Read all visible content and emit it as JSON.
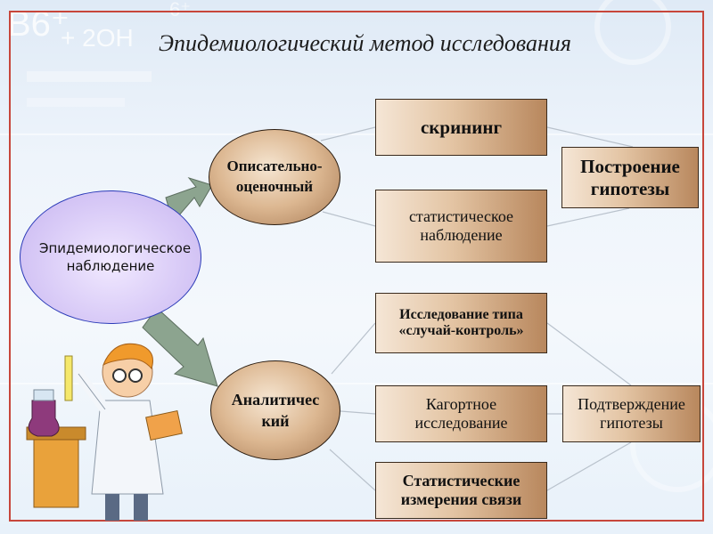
{
  "slide": {
    "title": "Эпидемиологический метод исследования"
  },
  "nodes": {
    "main": "Эпидемиологическое наблюдение",
    "descriptive": "Описательно-оценочный",
    "analytic": "Аналитичес кий",
    "screening": "скрининг",
    "stat_observation": "статистическое наблюдение",
    "hypothesis": "Построение гипотезы",
    "case_control": "Исследование типа «случай-контроль»",
    "cohort": "Кагортное исследование",
    "confirmation": "Подтверждение гипотезы",
    "stat_measures": "Статистические измерения связи"
  },
  "colors": {
    "frame": "#c7463b",
    "arrow": "#8ca48f",
    "main_border": "#2b3bb8"
  }
}
